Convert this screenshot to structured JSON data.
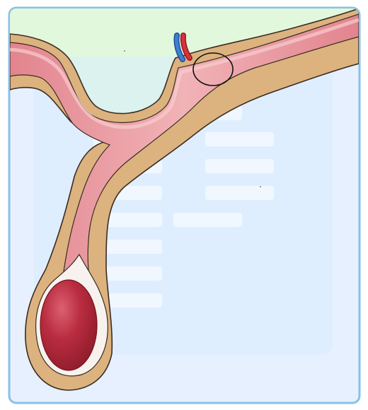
{
  "figure": {
    "colors": {
      "frame_border": "#87c2e6",
      "frame_fill": "#e6f0ff",
      "upper_region": "#e1f8dc",
      "inner_panel": "#d8ecff",
      "tissue": "#dcb27f",
      "tissue_outline": "#3a2c22",
      "lumen_pink": "#e8929a",
      "lumen_light": "#f3c2c4",
      "body_red": "#b3283a",
      "body_highlight": "#d95b6a",
      "sac_white": "#f8f2ee",
      "artery": "#d8323c",
      "vein": "#3f7fd0",
      "marker_outline": "#111111"
    },
    "structures": [
      "tissue-layer",
      "lumen",
      "blood-vessels",
      "red-body",
      "surrounding-sac",
      "highlight-circle"
    ],
    "label_placeholders": 11
  }
}
